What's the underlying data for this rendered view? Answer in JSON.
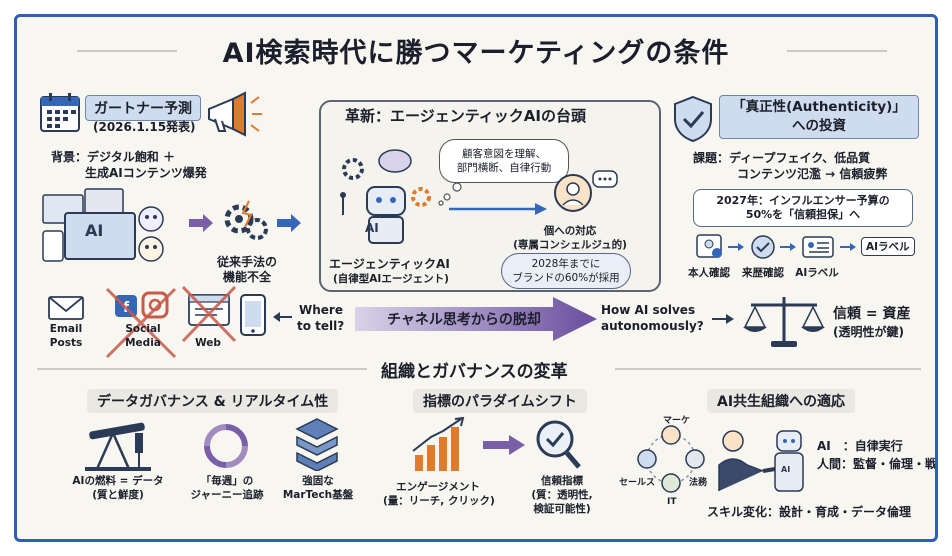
{
  "title": "AI検索時代に勝つマーケティングの条件",
  "gartner": {
    "heading": "ガートナー予測",
    "date": "(2026.1.15発表)",
    "background_line1": "背景：デジタル飽和 ＋",
    "background_line2": "生成AIコンテンツ爆発",
    "ai_screen_label": "AI",
    "failure_line1": "従来手法の",
    "failure_line2": "機能不全"
  },
  "agentic": {
    "heading": "革新：エージェンティックAIの台頭",
    "thought_line1": "顧客意図を理解、",
    "thought_line2": "部門横断、自律行動",
    "robot_label": "AI",
    "agent_line1": "エージェンティックAI",
    "agent_line2": "(自律型AIエージェント)",
    "individual_line1": "個への対応",
    "individual_line2": "(専属コンシェルジュ的)",
    "adoption_line1": "2028年までに",
    "adoption_line2": "ブランドの60%が採用"
  },
  "authenticity": {
    "heading_line1": "「真正性(Authenticity)」",
    "heading_line2": "への投資",
    "issue_line1": "課題：ディープフェイク、低品質",
    "issue_line2": "コンテンツ氾濫 → 信頼疲弊",
    "forecast_line1": "2027年：インフルエンサー予算の",
    "forecast_line2": "50%を「信頼担保」へ",
    "steps": [
      "本人確認",
      "来歴確認",
      "AIラベル"
    ],
    "ai_label_tag": "AIラベル"
  },
  "channels": {
    "items": [
      {
        "line1": "Email",
        "line2": "Posts"
      },
      {
        "line1": "Social",
        "line2": "Media"
      },
      {
        "line1": "Web",
        "line2": ""
      }
    ],
    "where_line1": "Where",
    "where_line2": "to tell?",
    "shift_label": "チャネル思考からの脱却",
    "how_line1": "How AI solves",
    "how_line2": "autonomously?",
    "trust_line1": "信頼 = 資産",
    "trust_line2": "(透明性が鍵)"
  },
  "governance": {
    "heading": "組織とガバナンスの変革",
    "data": {
      "heading": "データガバナンス & リアルタイム性",
      "fuel_line1": "AIの燃料 = データ",
      "fuel_line2": "(質と鮮度)",
      "weekly_line1": "「毎週」の",
      "weekly_line2": "ジャーニー追跡",
      "martech_line1": "強固な",
      "martech_line2": "MarTech基盤"
    },
    "metrics": {
      "heading": "指標のパラダイムシフト",
      "engagement_line1": "エンゲージメント",
      "engagement_line2": "(量：リーチ, クリック)",
      "trust_line1": "信頼指標",
      "trust_line2": "(質：透明性,",
      "trust_line3": "検証可能性)"
    },
    "org": {
      "heading": "AI共生組織への適応",
      "nodes": [
        "マーケ",
        "セールス",
        "法務",
        "IT"
      ],
      "ai_role": "AI　：自律実行",
      "human_role": "人間：監督・倫理・戦略",
      "skills": "スキル変化：設計・育成・データ倫理",
      "robot_label": "AI"
    }
  },
  "colors": {
    "frame": "#2f5fb5",
    "banner": "#cfdcef",
    "arrow": "#7a5fa8",
    "accent_blue": "#3566b8",
    "orange": "#e07b2a",
    "red_cross": "#c85a4a"
  }
}
